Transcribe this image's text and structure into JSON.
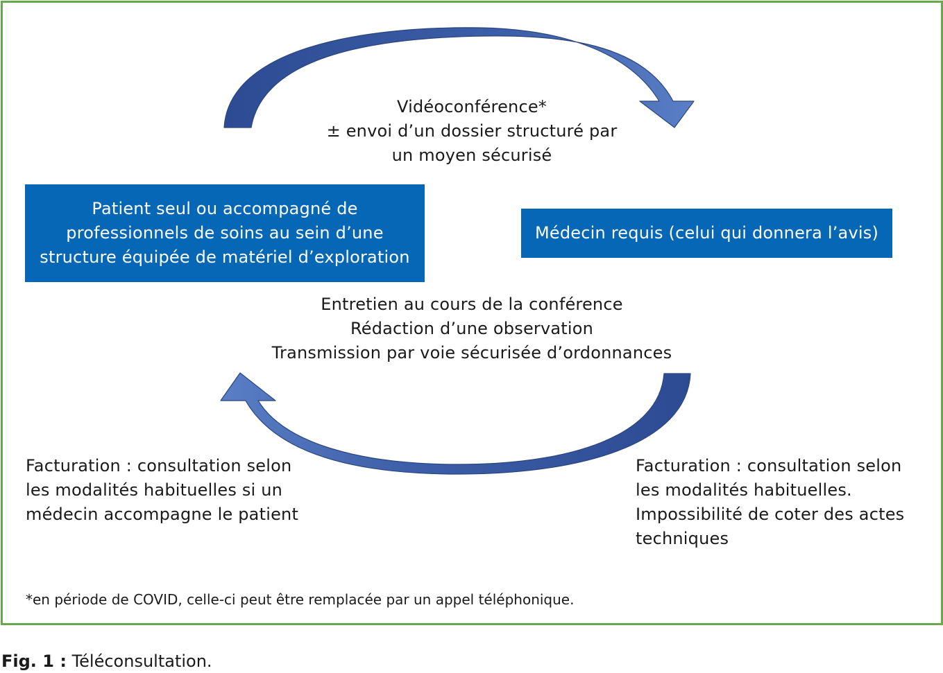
{
  "diagram": {
    "top_label_lines": [
      "Vidéoconférence*",
      "± envoi d’un dossier structuré par",
      "un moyen sécurisé"
    ],
    "patient_box_lines": [
      "Patient seul ou accompagné de",
      "professionnels de soins au sein d’une",
      "structure équipée de matériel d’exploration"
    ],
    "medecin_box": "Médecin requis (celui qui donnera l’avis)",
    "middle_label_lines": [
      "Entretien au cours de la conférence",
      "Rédaction d’une observation",
      "Transmission par voie sécurisée d’ordonnances"
    ],
    "billing_left_lines": [
      "Facturation : consultation selon",
      "les modalités habituelles si un",
      "médecin accompagne le patient"
    ],
    "billing_right_lines": [
      "Facturation : consultation selon",
      "les modalités habituelles.",
      "Impossibilité de coter des actes",
      "techniques"
    ],
    "footnote": "*en période de COVID, celle-ci peut être remplacée par un appel téléphonique."
  },
  "caption": {
    "label": "Fig. 1 :",
    "text": " Téléconsultation."
  },
  "colors": {
    "frame_border": "#6aa84f",
    "box_fill": "#0567b5",
    "box_text": "#ffffff",
    "arrow_dark": "#2e4a8f",
    "arrow_light": "#5b7ec4"
  }
}
